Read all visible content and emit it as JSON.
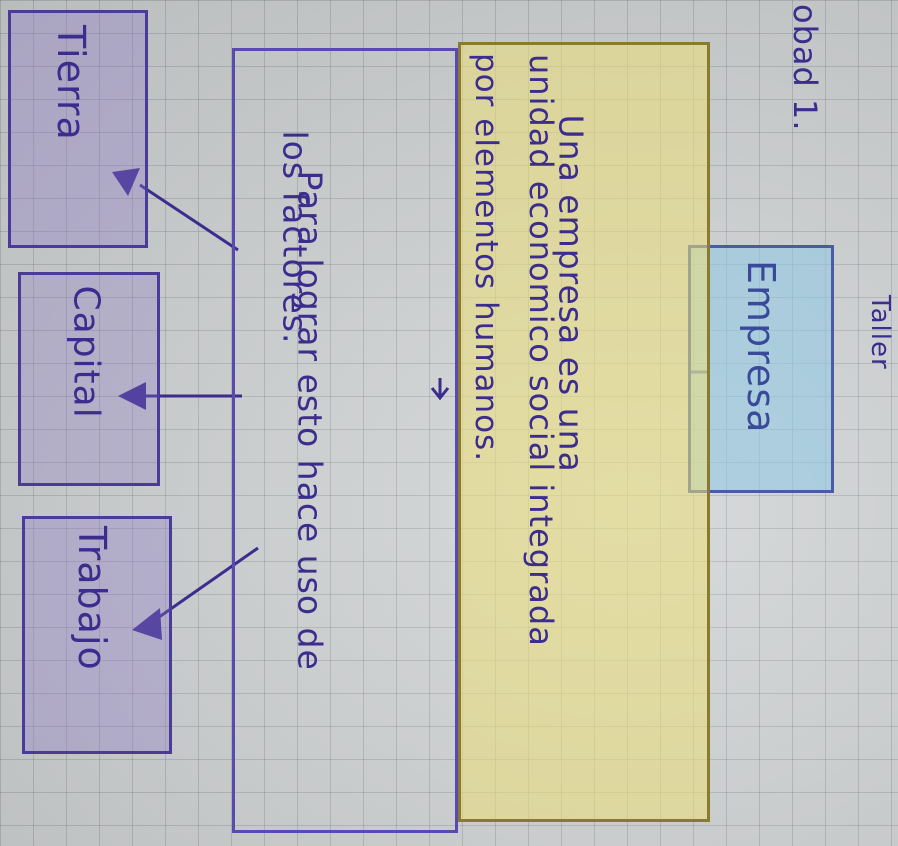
{
  "header": {
    "activity_fragment": "obad 1.",
    "taller_label": "Taller"
  },
  "concept": {
    "title": "Empresa"
  },
  "definition": {
    "line1": "Una empresa es una",
    "line2": "unidad economico social integrada",
    "line3": "por elementos humanos."
  },
  "note": {
    "line1": "Para lograr esto hace uso de",
    "line2": "los factores."
  },
  "factors": [
    {
      "label": "Tierra"
    },
    {
      "label": "Capital"
    },
    {
      "label": "Trabajo"
    }
  ],
  "colors": {
    "ink": "#3b2c8e",
    "concept_fill": "#8cc8e6",
    "definition_fill": "#ece078",
    "factor_fill": "#8c78c8",
    "grid": "#9aa0a6"
  }
}
